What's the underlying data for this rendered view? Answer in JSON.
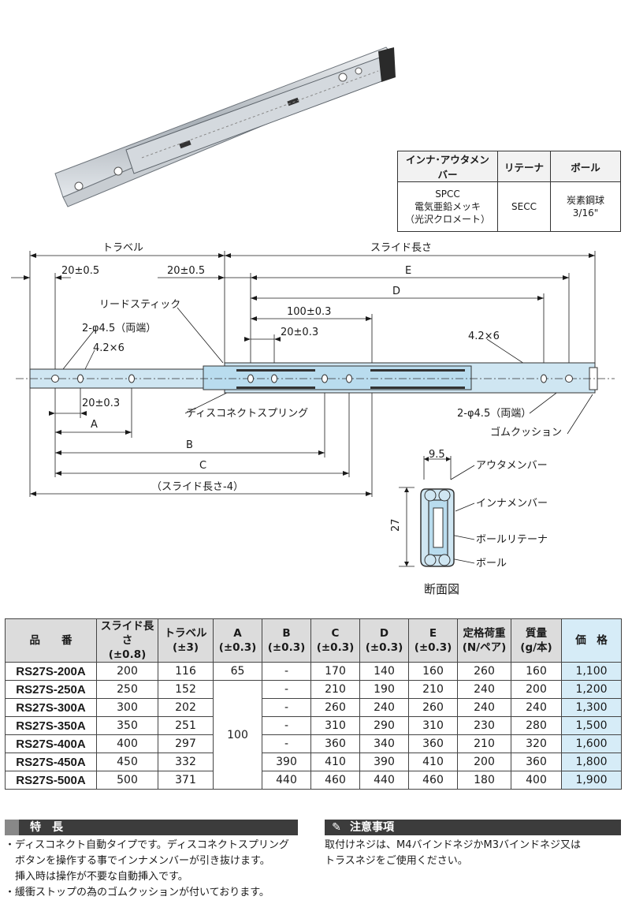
{
  "material": {
    "headers": [
      "インナ･アウタメンバー",
      "リテーナ",
      "ボール"
    ],
    "inner_outer": [
      "SPCC",
      "電気亜鉛メッキ",
      "（光沢クロメート）"
    ],
    "retainer": "SECC",
    "ball": "炭素鋼球3/16\""
  },
  "drawing": {
    "travel": "トラベル",
    "slide_length": "スライド長さ",
    "tol20_left": "20±0.5",
    "tol20_right": "20±0.5",
    "E": "E",
    "D": "D",
    "dim100": "100±0.3",
    "dim20_03": "20±0.3",
    "lead_stick": "リードスティック",
    "hole_left": "2-φ4.5（両端）",
    "slot_left": "4.2×6",
    "slot_right": "4.2×6",
    "dim20_bottom": "20±0.3",
    "disconnect_spring": "ディスコネクトスプリング",
    "hole_right": "2-φ4.5（両端）",
    "rubber_cushion": "ゴムクッション",
    "A": "A",
    "B": "B",
    "C": "C",
    "slide_minus4": "（スライド長さ-4）"
  },
  "section": {
    "width": "9.5",
    "height": "27",
    "outer_member": "アウタメンバー",
    "inner_member": "インナメンバー",
    "ball_retainer": "ボールリテーナ",
    "ball": "ボール",
    "title": "断面図"
  },
  "spec": {
    "headers": [
      [
        "品　　番"
      ],
      [
        "スライド長さ",
        "(±0.8)"
      ],
      [
        "トラベル",
        "(±3)"
      ],
      [
        "A",
        "(±0.3)"
      ],
      [
        "B",
        "(±0.3)"
      ],
      [
        "C",
        "(±0.3)"
      ],
      [
        "D",
        "(±0.3)"
      ],
      [
        "E",
        "(±0.3)"
      ],
      [
        "定格荷重",
        "(N/ペア)"
      ],
      [
        "質量",
        "(g/本)"
      ],
      [
        "価　格"
      ]
    ],
    "rows": [
      {
        "model": "RS27S-200A",
        "slide": "200",
        "travel": "116",
        "B": "-",
        "C": "170",
        "D": "140",
        "E": "160",
        "load": "260",
        "mass": "160",
        "price": "1,100"
      },
      {
        "model": "RS27S-250A",
        "slide": "250",
        "travel": "152",
        "B": "-",
        "C": "210",
        "D": "190",
        "E": "210",
        "load": "240",
        "mass": "200",
        "price": "1,200"
      },
      {
        "model": "RS27S-300A",
        "slide": "300",
        "travel": "202",
        "B": "-",
        "C": "260",
        "D": "240",
        "E": "260",
        "load": "240",
        "mass": "240",
        "price": "1,300"
      },
      {
        "model": "RS27S-350A",
        "slide": "350",
        "travel": "251",
        "B": "-",
        "C": "310",
        "D": "290",
        "E": "310",
        "load": "230",
        "mass": "280",
        "price": "1,500"
      },
      {
        "model": "RS27S-400A",
        "slide": "400",
        "travel": "297",
        "B": "-",
        "C": "360",
        "D": "340",
        "E": "360",
        "load": "210",
        "mass": "320",
        "price": "1,600"
      },
      {
        "model": "RS27S-450A",
        "slide": "450",
        "travel": "332",
        "B": "390",
        "C": "410",
        "D": "390",
        "E": "410",
        "load": "200",
        "mass": "360",
        "price": "1,800"
      },
      {
        "model": "RS27S-500A",
        "slide": "500",
        "travel": "371",
        "B": "440",
        "C": "460",
        "D": "440",
        "E": "460",
        "load": "180",
        "mass": "400",
        "price": "1,900"
      }
    ],
    "A_first": "65",
    "A_rest": "100"
  },
  "features": {
    "title": "特　長",
    "lines": [
      "・ディスコネクト自動タイプです。ディスコネクトスプリング",
      "　ボタンを操作する事でインナメンバーが引き抜けます。",
      "　挿入時は操作が不要な自動挿入です。",
      "・緩衝ストップの為のゴムクッションが付いております。"
    ]
  },
  "caution": {
    "title": "注意事項",
    "lines": [
      "取付けネジは、M4バインドネジかM3バインドネジ又は",
      "トラスネジをご使用ください。"
    ]
  },
  "colors": {
    "rail_blue": "#cfe6f2",
    "price_blue": "#d6ecf7",
    "header_gray": "#dcdcdc"
  }
}
